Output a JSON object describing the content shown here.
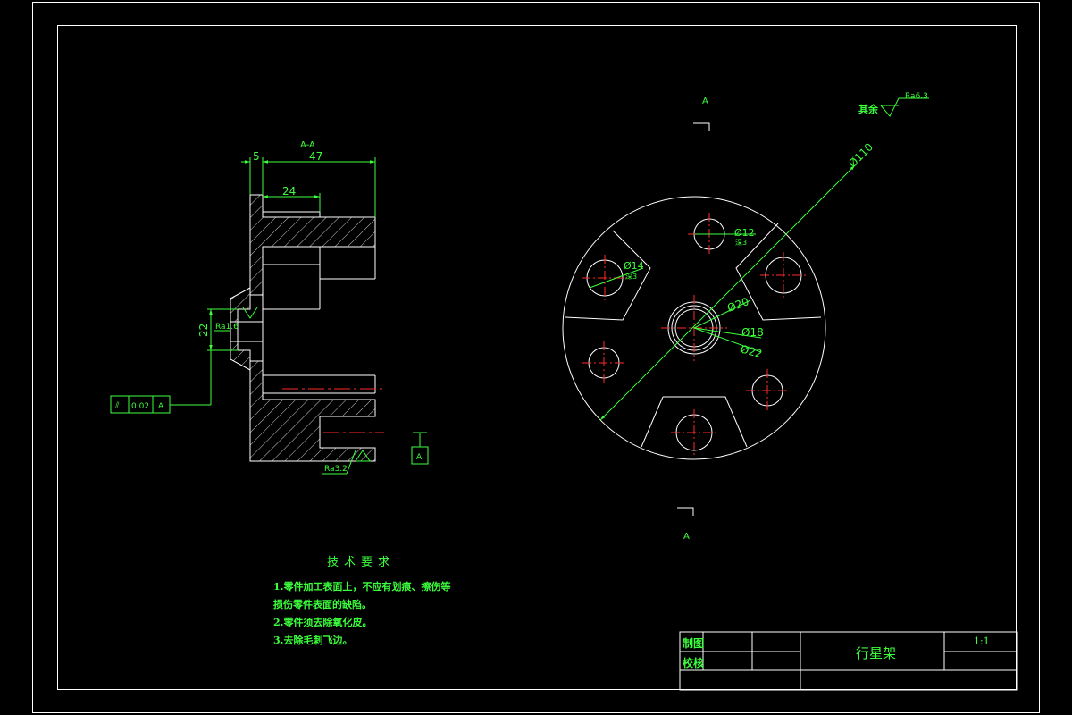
{
  "section_view": {
    "label": "A-A",
    "dims": {
      "d5": "5",
      "d47": "47",
      "d24": "24",
      "d22": "22"
    },
    "roughness_bore": "Ra1.6",
    "roughness_bottom": "Ra3.2",
    "tolerance": {
      "symbol": "⫽",
      "value": "0.02",
      "datum": "A"
    },
    "datum_box": "A"
  },
  "plan_view": {
    "section_mark_top": "A",
    "section_mark_bottom": "A",
    "dims": {
      "d110": "Ø110",
      "d12": "Ø12",
      "d12_note": "深3",
      "d14": "Ø14",
      "d14_note": "深3",
      "d20": "Ø20",
      "d18": "Ø18",
      "d22": "Ø22"
    }
  },
  "roughness_note": {
    "text": "其余",
    "value": "Ra6.3"
  },
  "tech_requirements": {
    "title": "技术要求",
    "lines": [
      "1.零件加工表面上，不应有划痕、擦伤等",
      "损伤零件表面的缺陷。",
      "2.零件须去除氧化皮。",
      "3.去除毛刺飞边。"
    ]
  },
  "title_block": {
    "drawn_label": "制图",
    "checked_label": "校核",
    "part_name": "行星架",
    "scale": "1:1"
  },
  "colors": {
    "line": "#ffffff",
    "dim": "#3cff3c",
    "center": "#ff2a2a"
  }
}
